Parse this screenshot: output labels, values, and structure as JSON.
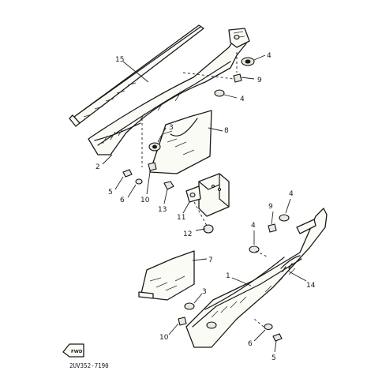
{
  "diagram": {
    "callouts": [
      "15",
      "4",
      "9",
      "4",
      "3",
      "8",
      "2",
      "5",
      "6",
      "10",
      "13",
      "11",
      "12",
      "7",
      "9",
      "4",
      "4",
      "1",
      "14",
      "3",
      "10",
      "6",
      "5"
    ],
    "fwd_label": "FWD",
    "code": "2UV352-7190"
  }
}
